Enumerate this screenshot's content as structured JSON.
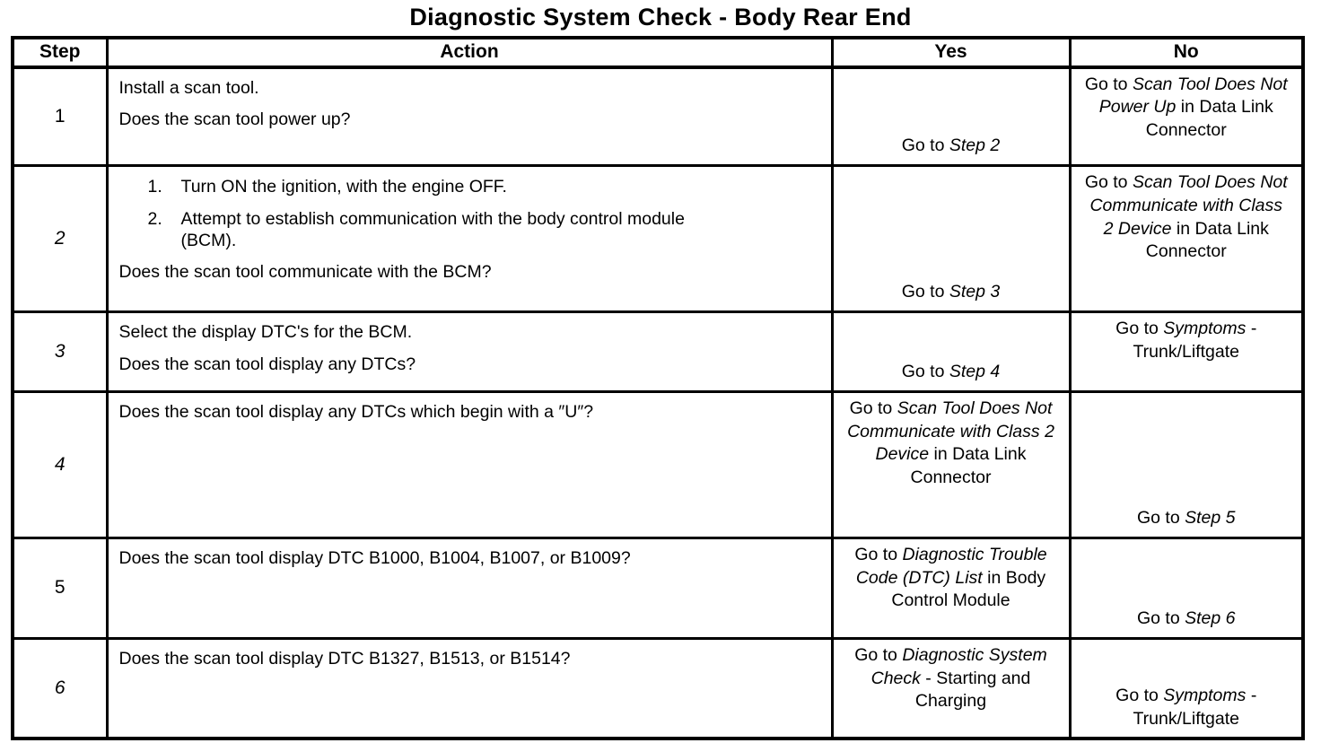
{
  "title": "Diagnostic System Check - Body Rear End",
  "table": {
    "headers": [
      "Step",
      "Action",
      "Yes",
      "No"
    ],
    "rows": [
      {
        "step": "1",
        "step_italic": false,
        "action": [
          {
            "text": "Install a scan tool."
          },
          {
            "text": "Does the scan tool power up?"
          }
        ],
        "yes": {
          "va": "bottom",
          "segments": [
            {
              "t": "Go to "
            },
            {
              "t": "Step 2",
              "i": true
            }
          ]
        },
        "no": {
          "va": "top",
          "segments": [
            {
              "t": "Go to "
            },
            {
              "t": "Scan Tool Does Not Power Up",
              "i": true
            },
            {
              "t": " in Data Link Connector"
            }
          ]
        }
      },
      {
        "step": "2",
        "step_italic": true,
        "action": [
          {
            "num": "1.",
            "text": "Turn ON the ignition, with the engine OFF."
          },
          {
            "num": "2.",
            "text": "Attempt to establish communication with the body control module (BCM)."
          },
          {
            "text": "Does the scan tool communicate with the BCM?"
          }
        ],
        "yes": {
          "va": "bottom",
          "segments": [
            {
              "t": "Go to "
            },
            {
              "t": "Step 3",
              "i": true
            }
          ]
        },
        "no": {
          "va": "top",
          "segments": [
            {
              "t": "Go to "
            },
            {
              "t": "Scan Tool Does Not Communicate with Class 2 Device",
              "i": true
            },
            {
              "t": " in Data Link Connector"
            }
          ]
        }
      },
      {
        "step": "3",
        "step_italic": true,
        "action": [
          {
            "text": "Select the display DTC's for the BCM."
          },
          {
            "text": "Does the scan tool display any DTCs?"
          }
        ],
        "yes": {
          "va": "bottom",
          "segments": [
            {
              "t": "Go to "
            },
            {
              "t": "Step 4",
              "i": true
            }
          ]
        },
        "no": {
          "va": "top",
          "segments": [
            {
              "t": "Go to "
            },
            {
              "t": "Symptoms",
              "i": true
            },
            {
              "t": " - Trunk/Liftgate"
            }
          ]
        }
      },
      {
        "step": "4",
        "step_italic": true,
        "action": [
          {
            "text": "Does the scan tool display any DTCs which begin with a ″U″?"
          }
        ],
        "yes": {
          "va": "top",
          "segments": [
            {
              "t": "Go to "
            },
            {
              "t": "Scan Tool Does Not Communicate with Class 2 Device",
              "i": true
            },
            {
              "t": " in Data Link Connector"
            }
          ]
        },
        "no": {
          "va": "bottom",
          "segments": [
            {
              "t": "Go to "
            },
            {
              "t": "Step 5",
              "i": true
            }
          ]
        }
      },
      {
        "step": "5",
        "step_italic": false,
        "action": [
          {
            "text": "Does the scan tool display DTC B1000, B1004, B1007, or B1009?"
          }
        ],
        "yes": {
          "va": "top",
          "segments": [
            {
              "t": "Go to "
            },
            {
              "t": "Diagnostic Trouble Code (DTC) List",
              "i": true
            },
            {
              "t": " in Body Control Module"
            }
          ]
        },
        "no": {
          "va": "bottom",
          "segments": [
            {
              "t": "Go to "
            },
            {
              "t": "Step 6",
              "i": true
            }
          ]
        }
      },
      {
        "step": "6",
        "step_italic": true,
        "action": [
          {
            "text": "Does the scan tool display DTC B1327, B1513, or B1514?"
          }
        ],
        "yes": {
          "va": "top",
          "segments": [
            {
              "t": "Go to "
            },
            {
              "t": "Diagnostic System Check",
              "i": true
            },
            {
              "t": " - Starting and Charging"
            }
          ]
        },
        "no": {
          "va": "bottom",
          "segments": [
            {
              "t": "Go to "
            },
            {
              "t": "Symptoms",
              "i": true
            },
            {
              "t": " - Trunk/Liftgate"
            }
          ]
        }
      }
    ]
  }
}
